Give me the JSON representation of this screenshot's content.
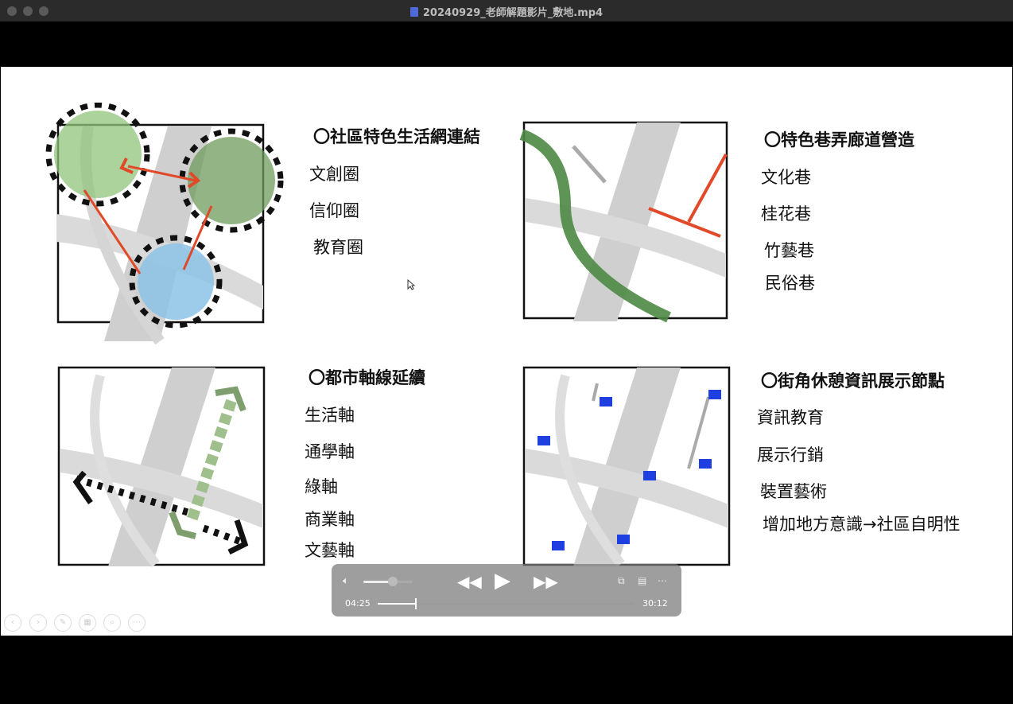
{
  "window": {
    "title": "20240929_老師解題影片_敷地.mp4",
    "traffic_colors": [
      "#5a5a5a",
      "#5a5a5a",
      "#5a5a5a"
    ]
  },
  "slide": {
    "panel1": {
      "heading": "〇社區特色生活網連結",
      "items": [
        "文創圈",
        "信仰圈",
        "教育圈"
      ]
    },
    "panel2": {
      "heading": "〇特色巷弄廊道營造",
      "items": [
        "文化巷",
        "桂花巷",
        "竹藝巷",
        "民俗巷"
      ]
    },
    "panel3": {
      "heading": "〇都市軸線延續",
      "items": [
        "生活軸",
        "通學軸",
        "綠軸",
        "商業軸",
        "文藝軸"
      ]
    },
    "panel4": {
      "heading": "〇街角休憩資訊展示節點",
      "items": [
        "資訊教育",
        "展示行銷",
        "裝置藝術",
        "增加地方意識→社區自明性"
      ]
    },
    "colors": {
      "green_zone": "#8fc47a",
      "blue_zone": "#8cc3e6",
      "red_arrow": "#e04a2a",
      "green_corridor": "#4d8a44",
      "blue_node": "#1f3fe0"
    }
  },
  "slideshow_tools": [
    "previous-icon",
    "next-icon",
    "pen-icon",
    "grid-icon",
    "zoom-icon",
    "more-icon"
  ],
  "player": {
    "volume_level": 0.6,
    "current_time": "04:25",
    "total_time": "30:12",
    "progress": 0.146,
    "icons": {
      "volume": "volume-icon",
      "rewind": "rewind-icon",
      "play": "play-icon",
      "forward": "fast-forward-icon",
      "pip": "picture-in-picture-icon",
      "subtitles": "subtitles-icon",
      "more": "more-icon"
    }
  }
}
